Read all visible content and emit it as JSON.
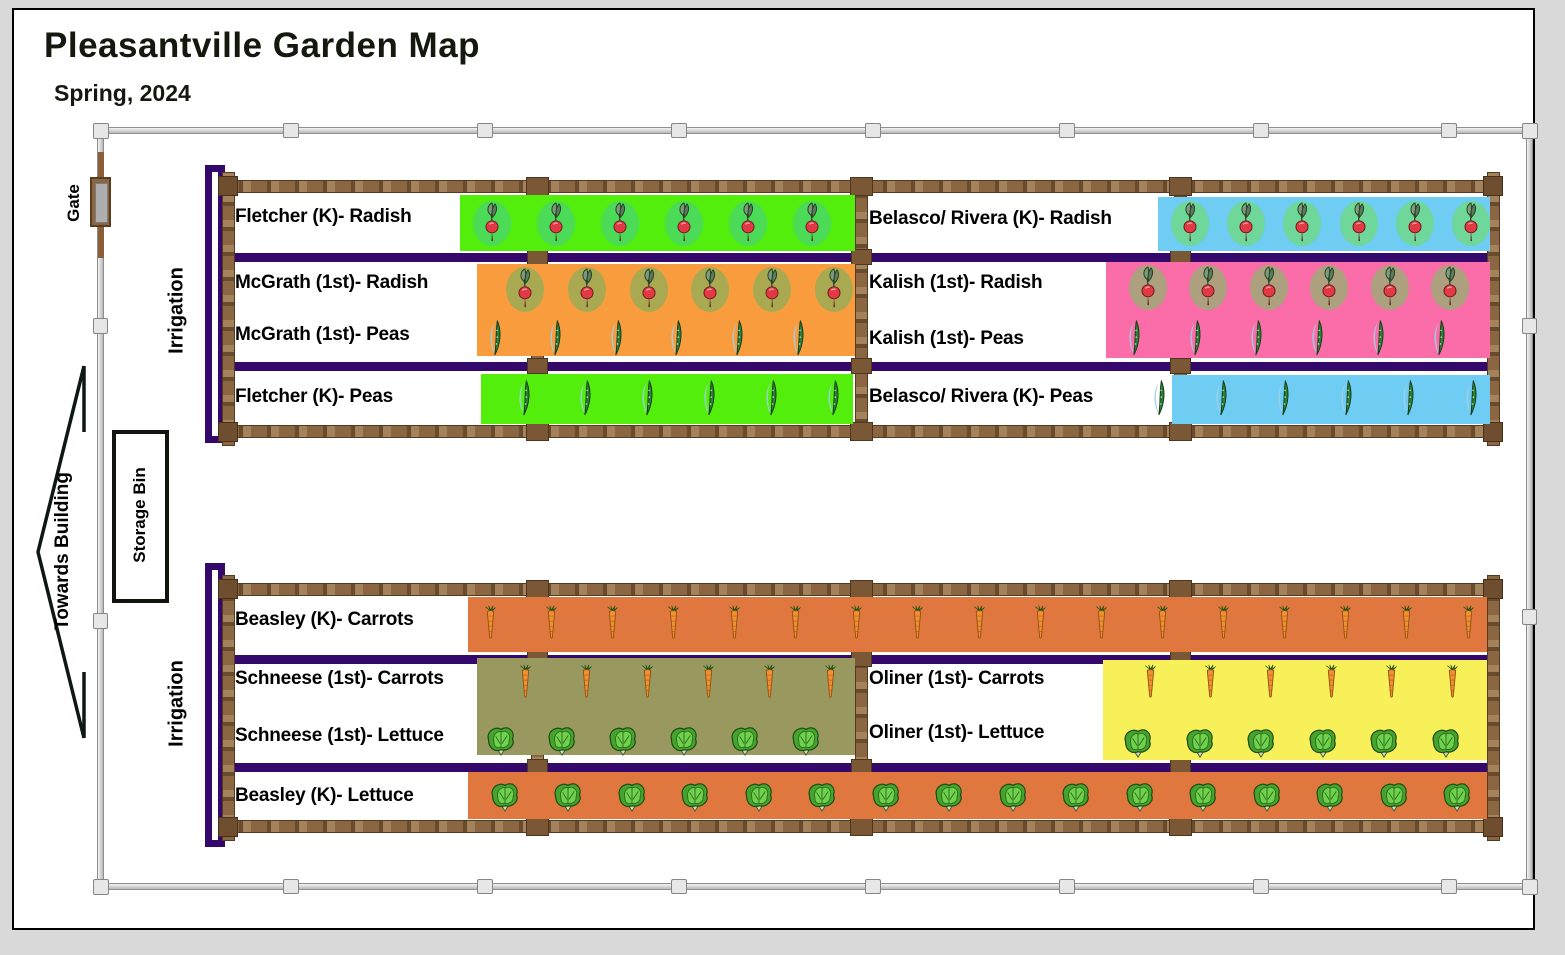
{
  "title": "Pleasantville Garden Map",
  "subtitle": "Spring, 2024",
  "side_labels": {
    "gate": "Gate",
    "towards_building": "Towards Building",
    "storage_bin": "Storage Bin"
  },
  "colors": {
    "background": "#d9d9d9",
    "panel": "#ffffff",
    "irrigation_purple": "#35096b",
    "wood_brown": "#8a6742",
    "fence_gray": "#d8d8d8",
    "bed_green": "#53ee0b",
    "bed_blue": "#6fccf3",
    "bed_orange": "#f89c3e",
    "bed_pink": "#fb6da8",
    "bed_terracotta": "#e0773e",
    "bed_olive": "#99985e",
    "bed_yellow": "#f8f058"
  },
  "icon_types": [
    "radish-icon",
    "pea-icon",
    "carrot-icon",
    "lettuce-icon"
  ],
  "groups": [
    {
      "id": "top",
      "irrigation_label": "Irrigation",
      "plots": [
        {
          "id": "fletcher-radish",
          "labels": [
            "Fletcher (K)- Radish"
          ],
          "bed_color": "bed_green",
          "icon_rows": [
            {
              "icon": "radish",
              "count": 6,
              "halo": "#4cd95c"
            }
          ]
        },
        {
          "id": "belasco-rivera-radish",
          "labels": [
            "Belasco/ Rivera (K)- Radish"
          ],
          "bed_color": "bed_blue",
          "icon_rows": [
            {
              "icon": "radish",
              "count": 6,
              "halo": "#6ed794"
            }
          ]
        },
        {
          "id": "mcgrath",
          "labels": [
            "McGrath (1st)- Radish",
            "McGrath (1st)- Peas"
          ],
          "bed_color": "bed_orange",
          "icon_rows": [
            {
              "icon": "radish",
              "count": 6,
              "halo": "#a3aa52"
            },
            {
              "icon": "pea",
              "count": 6
            }
          ]
        },
        {
          "id": "kalish",
          "labels": [
            "Kalish (1st)- Radish",
            "Kalish (1st)- Peas"
          ],
          "bed_color": "bed_pink",
          "icon_rows": [
            {
              "icon": "radish",
              "count": 6,
              "halo": "#a8a37c"
            },
            {
              "icon": "pea",
              "count": 6
            }
          ]
        },
        {
          "id": "fletcher-peas",
          "labels": [
            "Fletcher (K)- Peas"
          ],
          "bed_color": "bed_green",
          "icon_rows": [
            {
              "icon": "pea",
              "count": 6
            }
          ]
        },
        {
          "id": "belasco-rivera-peas",
          "labels": [
            "Belasco/ Rivera (K)- Peas"
          ],
          "bed_color": "bed_blue",
          "icon_rows": [
            {
              "icon": "pea",
              "count": 6
            }
          ]
        }
      ]
    },
    {
      "id": "bottom",
      "irrigation_label": "Irrigation",
      "plots": [
        {
          "id": "beasley-carrots",
          "labels": [
            "Beasley (K)- Carrots"
          ],
          "bed_color": "bed_terracotta",
          "icon_rows": [
            {
              "icon": "carrot",
              "count": 17
            }
          ]
        },
        {
          "id": "schneese",
          "labels": [
            "Schneese (1st)- Carrots",
            "Schneese (1st)- Lettuce"
          ],
          "bed_color": "bed_olive",
          "icon_rows": [
            {
              "icon": "carrot",
              "count": 6
            },
            {
              "icon": "lettuce",
              "count": 6
            }
          ]
        },
        {
          "id": "oliner",
          "labels": [
            "Oliner (1st)- Carrots",
            "Oliner (1st)- Lettuce"
          ],
          "bed_color": "bed_yellow",
          "icon_rows": [
            {
              "icon": "carrot",
              "count": 6
            },
            {
              "icon": "lettuce",
              "count": 6
            }
          ]
        },
        {
          "id": "beasley-lettuce",
          "labels": [
            "Beasley (K)- Lettuce"
          ],
          "bed_color": "bed_terracotta",
          "icon_rows": [
            {
              "icon": "lettuce",
              "count": 16
            }
          ]
        }
      ]
    }
  ]
}
